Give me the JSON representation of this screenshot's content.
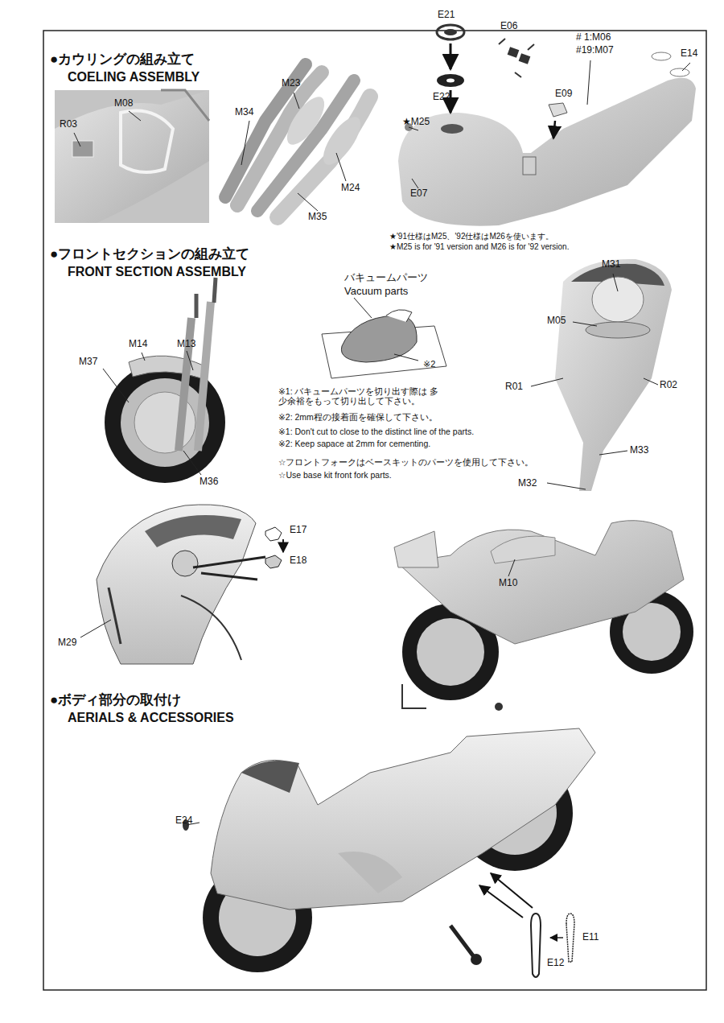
{
  "diagram": {
    "labels": [
      "●カウリングの組み立て",
      "COELING ASSEMBLY",
      "R03",
      "M08",
      "M23",
      "M34",
      "M24",
      "M35",
      "E21",
      "E22",
      "★M25",
      "E07",
      "E06",
      "E09",
      "# 1:M06",
      "#19:M07",
      "E14",
      "★'91仕様はM25、'92仕様はM26を使います。",
      "★M25 is for '91 version and M26 is for '92 version.",
      "●フロントセクションの組み立て",
      "FRONT SECTION ASSEMBLY",
      "バキュームパーツ",
      "Vacuum parts",
      "※2",
      "※1: バキュームパーツを切り出す際は 多少余裕をもって切り出して下さい。",
      "※2: 2mm程の接着面を確保して下さい。",
      "※1: Don't cut to close to the distinct line of the parts.",
      "※2: Keep sapace at 2mm for cementing.",
      "☆フロントフォークはベースキットのパーツを使用して下さい。",
      "☆Use base kit front fork parts.",
      "M14",
      "M13",
      "M37",
      "M36",
      "M31",
      "M05",
      "R01",
      "R02",
      "M33",
      "M32",
      "E17",
      "E18",
      "M29",
      "M10",
      "●ボディ部分の取付け",
      "AERIALS & ACCESSORIES",
      "E24",
      "E11",
      "E12"
    ]
  }
}
